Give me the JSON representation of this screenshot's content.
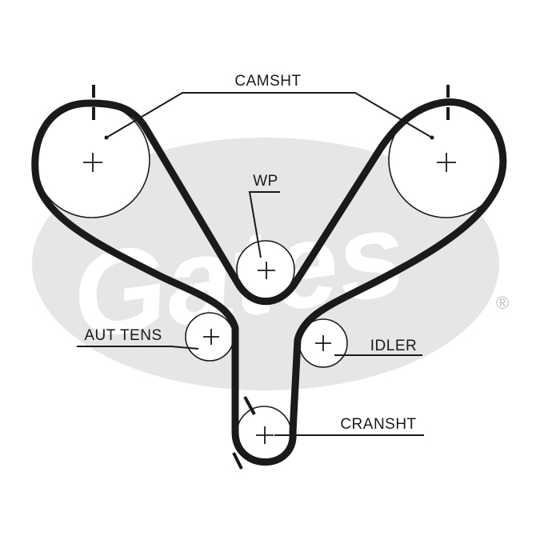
{
  "labels": {
    "camshaft": "CAMSHT",
    "water_pump": "WP",
    "auto_tensioner": "AUT TENS",
    "idler": "IDLER",
    "crankshaft": "CRANSHT"
  },
  "watermark": {
    "brand": "Gates",
    "registered": "®"
  },
  "colors": {
    "line": "#1a1a1a",
    "watermark": "#e6e6e6",
    "background": "#ffffff"
  }
}
